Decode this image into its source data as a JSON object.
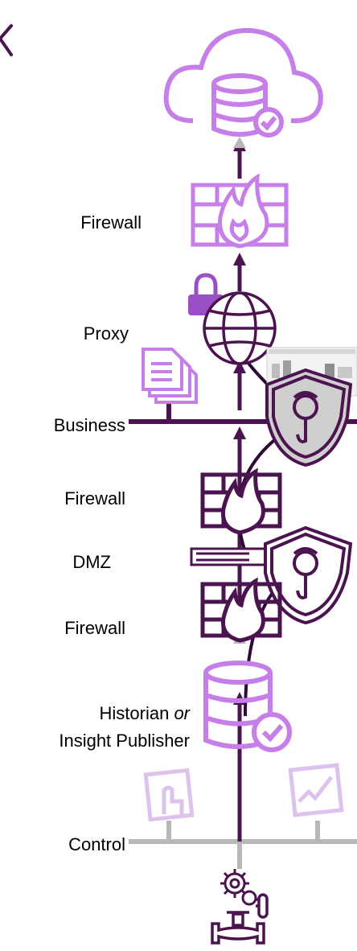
{
  "labels": {
    "firewall_top": "Firewall",
    "proxy": "Proxy",
    "business": "Business",
    "firewall_mid": "Firewall",
    "dmz": "DMZ",
    "firewall_low": "Firewall",
    "historian_line1": "Historian ",
    "historian_or": "or",
    "historian_line2": "Insight Publisher",
    "control": "Control"
  },
  "colors": {
    "dark_purple": "#4b1450",
    "light_purple": "#c67ee8",
    "mid_purple": "#9a4fc7",
    "gray": "#b8b8b8",
    "black": "#000000"
  },
  "icons": [
    "close-icon",
    "cloud-database-icon",
    "firewall-icon",
    "lock-icon",
    "proxy-globe-icon",
    "documents-icon",
    "dashboard-screenshot",
    "shield-icon",
    "server-icon",
    "historian-database-icon",
    "hmi-touch-icon",
    "trend-monitor-icon",
    "gears-icon",
    "valve-icon"
  ]
}
